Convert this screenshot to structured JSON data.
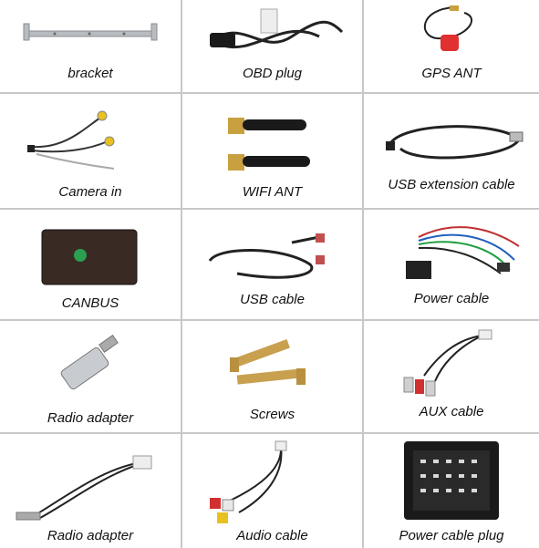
{
  "items": [
    {
      "label": "bracket",
      "icon": "bracket-icon"
    },
    {
      "label": "OBD plug",
      "icon": "obd-plug-icon"
    },
    {
      "label": "GPS ANT",
      "icon": "gps-antenna-icon"
    },
    {
      "label": "Camera in",
      "icon": "camera-cable-icon"
    },
    {
      "label": "WIFI ANT",
      "icon": "wifi-antenna-icon"
    },
    {
      "label": "USB extension cable",
      "icon": "usb-extension-cable-icon"
    },
    {
      "label": "CANBUS",
      "icon": "canbus-box-icon"
    },
    {
      "label": "USB cable",
      "icon": "usb-cable-icon"
    },
    {
      "label": "Power cable",
      "icon": "power-cable-icon"
    },
    {
      "label": "Radio adapter",
      "icon": "radio-adapter-icon"
    },
    {
      "label": "Screws",
      "icon": "screws-icon"
    },
    {
      "label": "AUX cable",
      "icon": "aux-cable-icon"
    },
    {
      "label": "Radio adapter",
      "icon": "radio-adapter-cable-icon"
    },
    {
      "label": "Audio cable",
      "icon": "audio-cable-icon"
    },
    {
      "label": "Power cable plug",
      "icon": "power-cable-plug-icon"
    }
  ]
}
